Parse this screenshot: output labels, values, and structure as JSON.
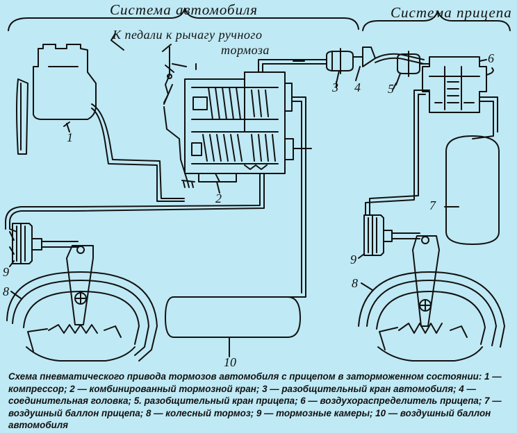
{
  "headers": {
    "vehicle_system": "Система автомобиля",
    "trailer_system": "Система прицепа"
  },
  "pedal_labels": {
    "line1": "К педали к рычагу ручного",
    "line2": "тормоза"
  },
  "callouts": {
    "n1": "1",
    "n2": "2",
    "n3": "3",
    "n4": "4",
    "n5": "5",
    "n6": "6",
    "n7": "7",
    "n8_left": "8",
    "n8_right": "8",
    "n9_left": "9",
    "n9_right": "9",
    "n10": "10"
  },
  "caption": "Схема пневматического привода тормозов автомобиля с прицепом в заторможенном состоянии: 1 — компрессор; 2 — комбинированный тормозной кран; 3 — разобщительный кран автомобиля; 4 — соединительная головка; 5. разобщительный кран прицепа; 6 — воздухораспределитель прицепа; 7 — воздушный баллон прицепа; 8 — колесный тормоз; 9 — тормозные камеры; 10 — воздушный баллон автомобиля",
  "colors": {
    "background": "#bfe9f4",
    "ink": "#111111"
  }
}
